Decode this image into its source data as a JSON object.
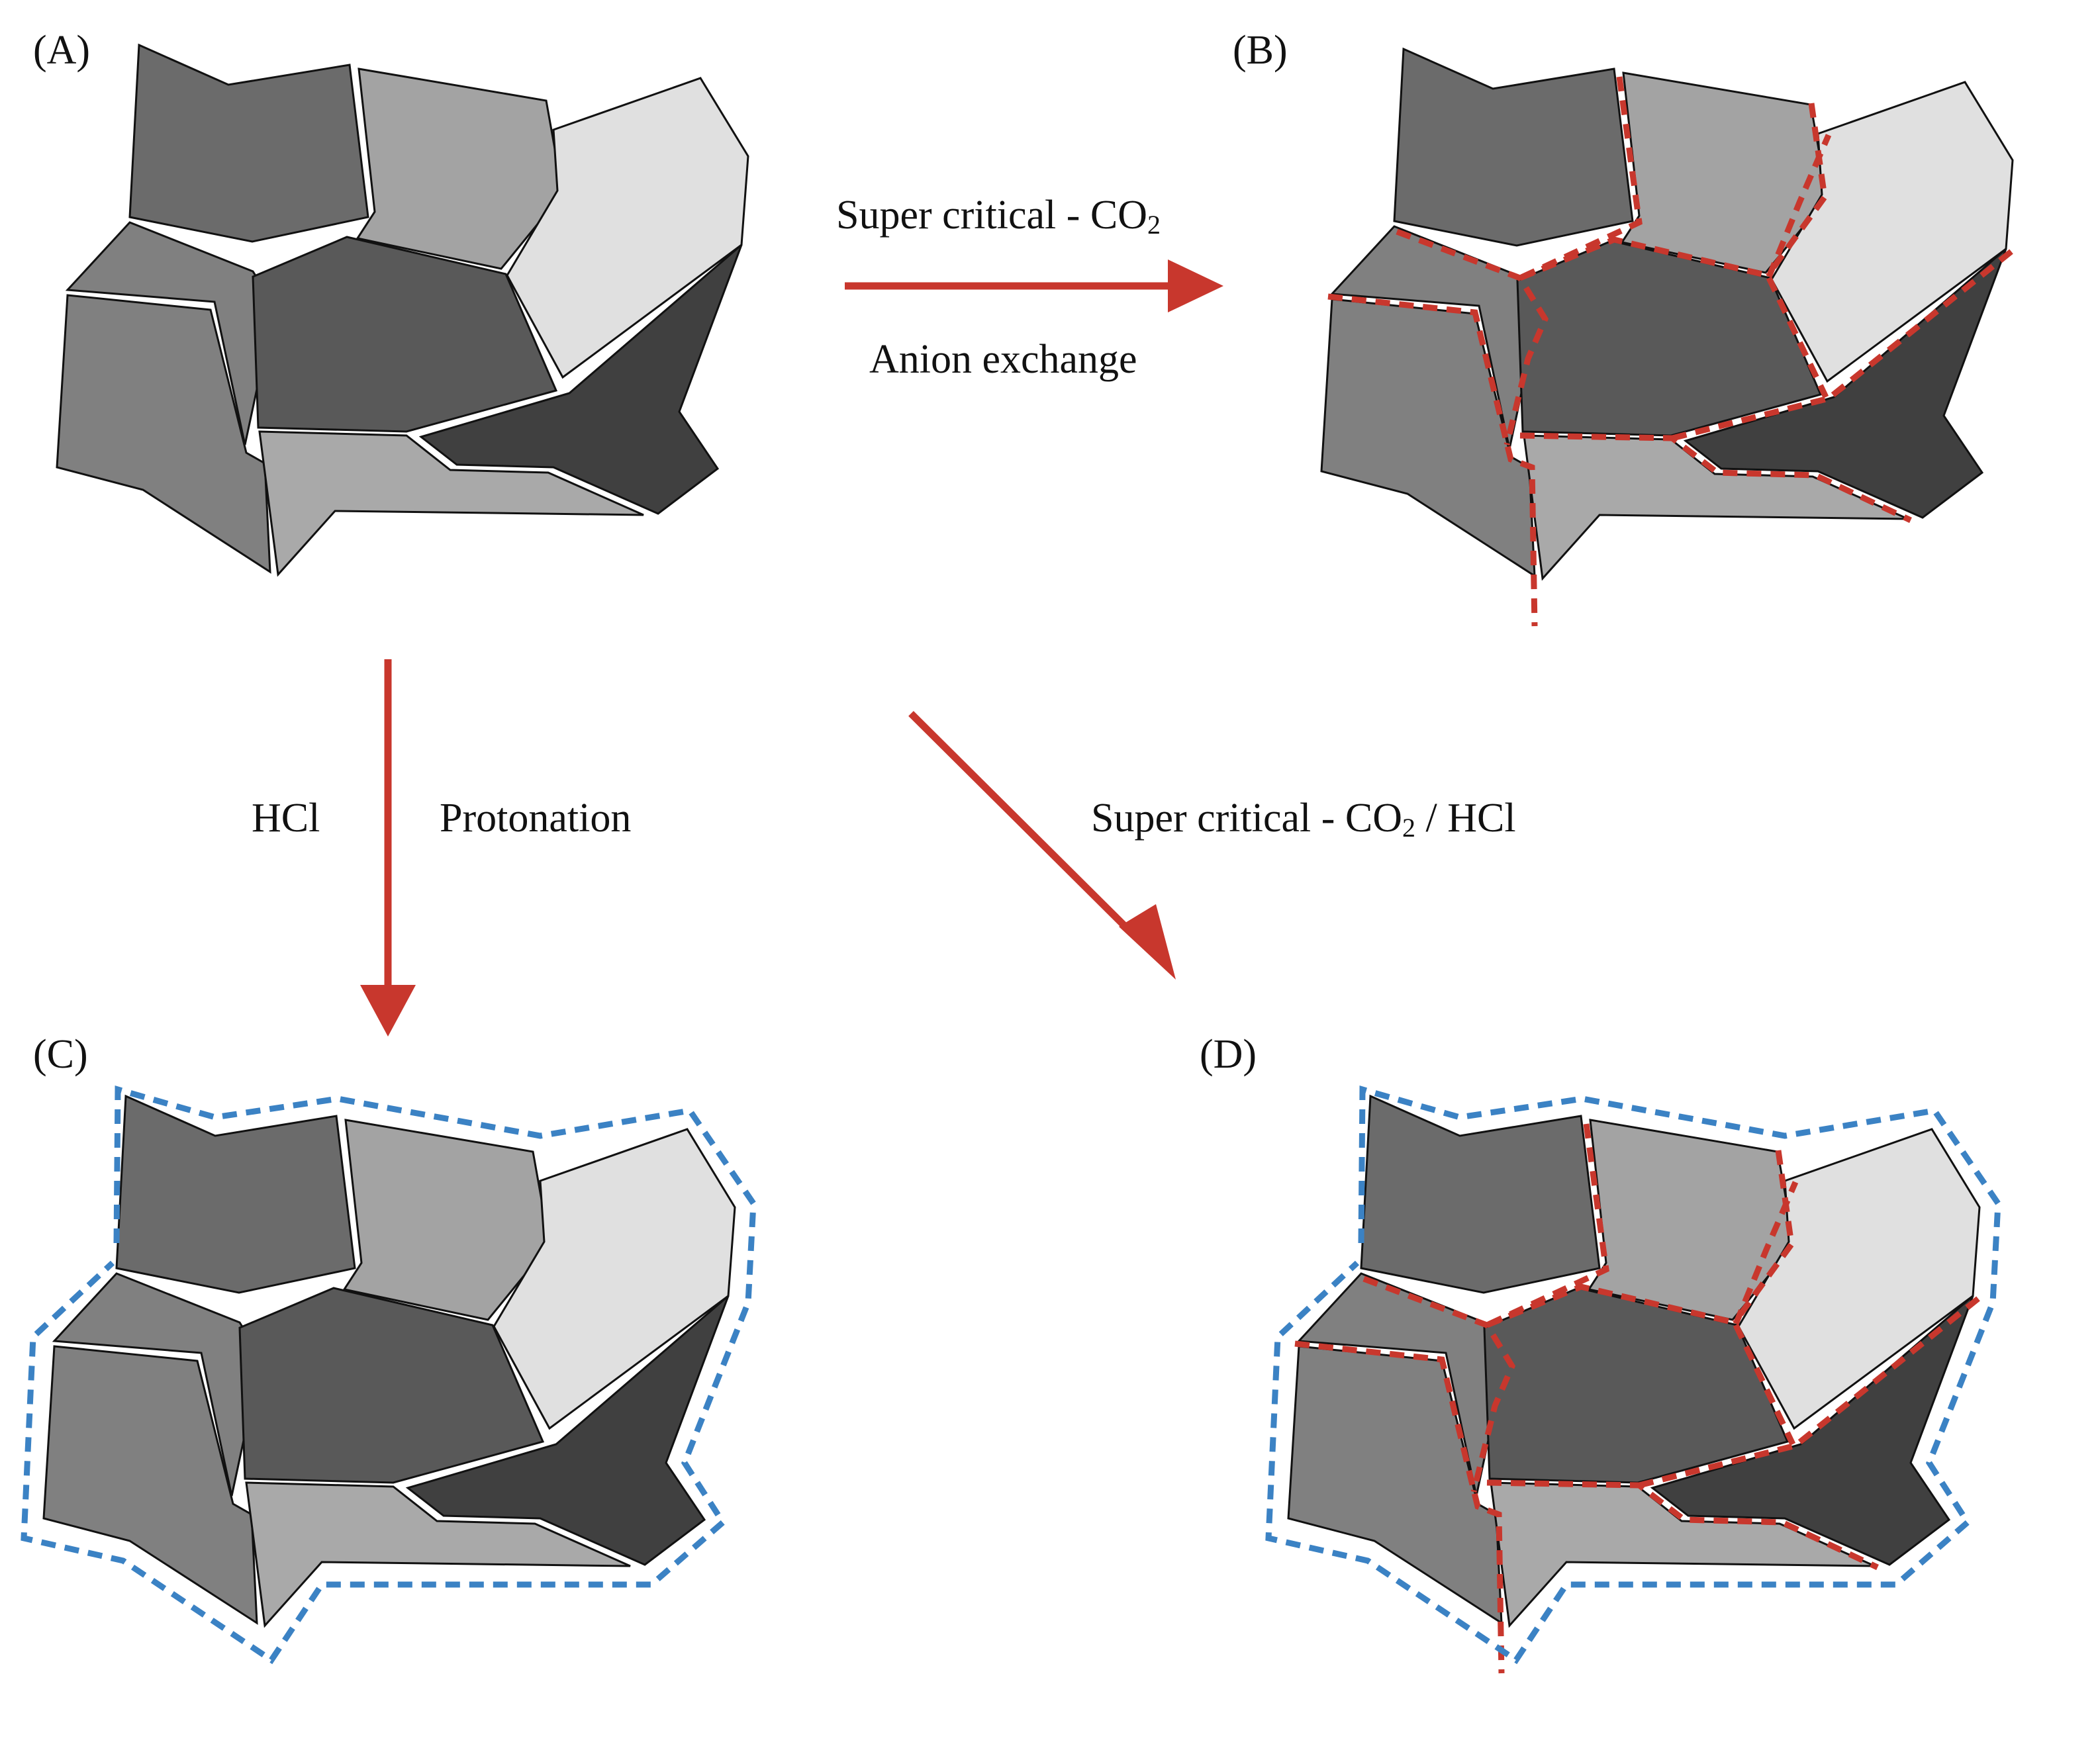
{
  "panels": {
    "a": "(A)",
    "b": "(B)",
    "c": "(C)",
    "d": "(D)"
  },
  "arrows": {
    "a_to_b": {
      "above_prefix": "Super critical - CO",
      "above_subscript": "2",
      "below": "Anion exchange"
    },
    "a_to_c": {
      "left": "HCl",
      "right": "Protonation"
    },
    "a_to_d": {
      "prefix": "Super critical - CO",
      "subscript": "2",
      "suffix": " / HCl"
    }
  },
  "colors": {
    "arrow": "#c8372d",
    "red_dash": "#c8372d",
    "blue_dash": "#3b82c4",
    "grain_outline": "#111111",
    "grain_fills": [
      "#6b6b6b",
      "#a3a3a3",
      "#e0e0e0",
      "#808080",
      "#595959",
      "#a9a9a9",
      "#404040"
    ]
  }
}
